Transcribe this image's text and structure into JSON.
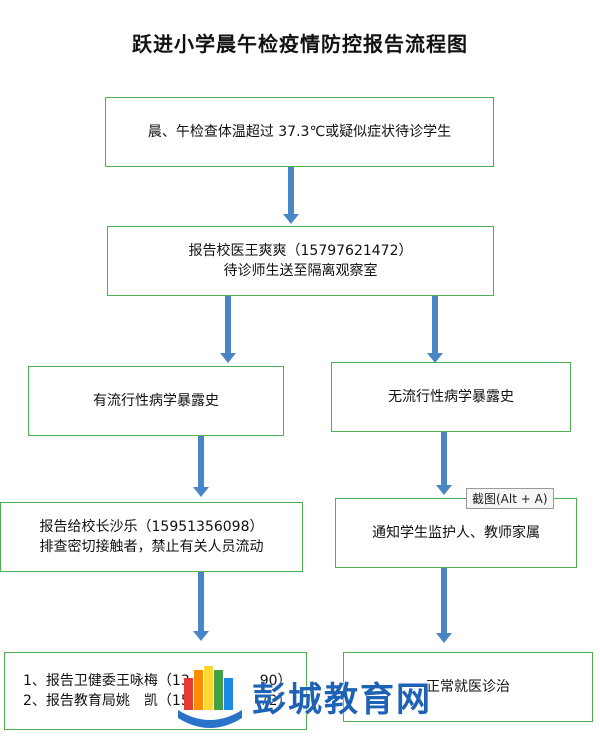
{
  "title": "跃进小学晨午检疫情防控报告流程图",
  "box1": {
    "line1": "晨、午检查体温超过 37.3℃或疑似症状待诊学生"
  },
  "box2": {
    "line1": "报告校医王爽爽（15797621472）",
    "line2": "待诊师生送至隔离观察室"
  },
  "box3": {
    "line1": "有流行性病学暴露史"
  },
  "box4": {
    "line1": "无流行性病学暴露史"
  },
  "box5": {
    "line1": "报告给校长沙乐（15951356098）",
    "line2": "排查密切接触者，禁止有关人员流动"
  },
  "box6": {
    "line1": "通知学生监护人、教师家属"
  },
  "box7": {
    "line1": "1、报告卫健委王咏梅（13",
    "line1_end": "90）",
    "line2": "2、报告教育局姚　凯（15",
    "line2_end": "72）"
  },
  "box8": {
    "line1": "正常就医诊治"
  },
  "tooltip": "截图(Alt + A)",
  "watermark": {
    "text": "彭城教育网"
  },
  "colors": {
    "box_border": "#4caf50",
    "arrow": "#4a86c5",
    "watermark": "#1e62b5"
  }
}
